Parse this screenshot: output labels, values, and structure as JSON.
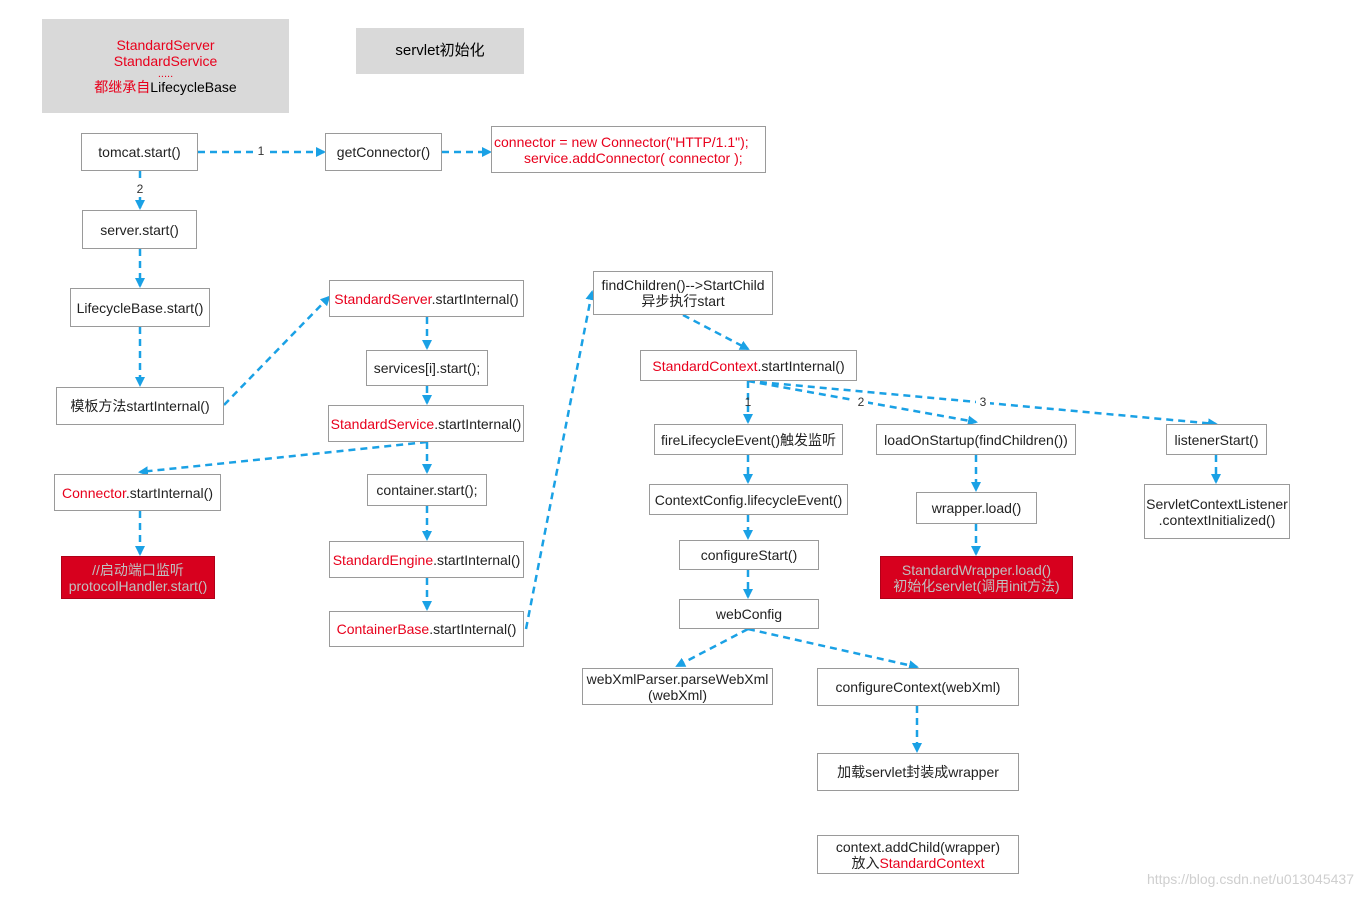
{
  "colors": {
    "edge": "#1aa1e5",
    "highlight": "#e8001c",
    "alert_bg": "#d7001e",
    "note_bg": "#d9d9d9"
  },
  "notes": {
    "inherit": {
      "line1": "StandardServer",
      "line2": "StandardService",
      "dots": ".....",
      "line4_red": "都继承自",
      "line4_rest": "LifecycleBase"
    },
    "title": "servlet初始化"
  },
  "nodes": {
    "tomcat_start": "tomcat.start()",
    "get_connector": "getConnector()",
    "connector_code": {
      "line1": "connector = new Connector(\"HTTP/1.1\");",
      "line2": "service.addConnector( connector );"
    },
    "server_start": "server.start()",
    "lifecycle_start": "LifecycleBase.start()",
    "template_method": "模板方法startInternal()",
    "std_server": {
      "red": "StandardServer",
      "rest": ".startInternal()"
    },
    "services_start": "services[i].start();",
    "std_service": {
      "red": "StandardService",
      "rest": ".startInternal()"
    },
    "connector_internal": {
      "red": "Connector",
      "rest": ".startInternal()"
    },
    "container_start": "container.start();",
    "protocol_start": {
      "line1": "//启动端口监听",
      "line2": "protocolHandler.start()"
    },
    "std_engine": {
      "red": "StandardEngine",
      "rest": ".startInternal()"
    },
    "container_base": {
      "red": "ContainerBase",
      "rest": ".startInternal()"
    },
    "find_children": {
      "line1": "findChildren()-->StartChild",
      "line2": "异步执行start"
    },
    "std_context": {
      "red": "StandardContext",
      "rest": ".startInternal()"
    },
    "fire_event": "fireLifecycleEvent()触发监听",
    "load_on_startup": "loadOnStartup(findChildren())",
    "listener_start": "listenerStart()",
    "context_config": "ContextConfig.lifecycleEvent()",
    "wrapper_load": "wrapper.load()",
    "servlet_listener": {
      "line1": "ServletContextListener",
      "line2": ".contextInitialized()"
    },
    "configure_start": "configureStart()",
    "std_wrapper_load": {
      "line1": "StandardWrapper.load()",
      "line2": "初始化servlet(调用init方法)"
    },
    "web_config": "webConfig",
    "parse_web_xml": {
      "line1": "webXmlParser.parseWebXml",
      "line2": "(webXml)"
    },
    "configure_context": "configureContext(webXml)",
    "load_servlet": "加载servlet封装成wrapper",
    "add_child": {
      "line1": "context.addChild(wrapper)",
      "line2_prefix": "放入",
      "line2_red": "StandardContext"
    }
  },
  "edge_labels": {
    "tomcat_connector": "1",
    "tomcat_server": "2",
    "ctx_fire": "1",
    "ctx_load": "2",
    "ctx_listener": "3"
  },
  "watermark": "https://blog.csdn.net/u013045437"
}
